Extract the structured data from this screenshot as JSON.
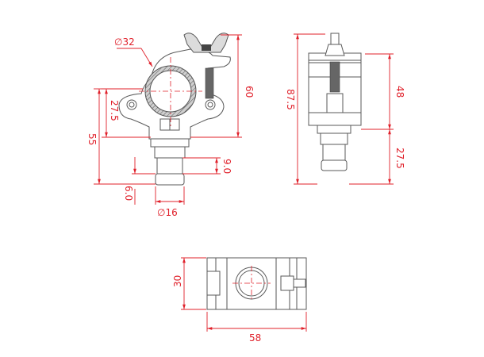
{
  "drawing": {
    "title": "Half coupler clamp technical drawing",
    "line_color": "#5a5a5a",
    "dimension_color": "#e0202a",
    "views": {
      "front": {
        "tube_diameter": "∅32",
        "height_total": "60",
        "height_to_base": "55",
        "center_to_base": "27.5",
        "spigot_step": "9.0",
        "spigot_tip": "6.0",
        "spigot_diameter": "∅16"
      },
      "side": {
        "height_total": "87.5",
        "clamp_height": "48",
        "spigot_height": "27.5"
      },
      "top": {
        "depth": "30",
        "width": "58"
      }
    }
  }
}
